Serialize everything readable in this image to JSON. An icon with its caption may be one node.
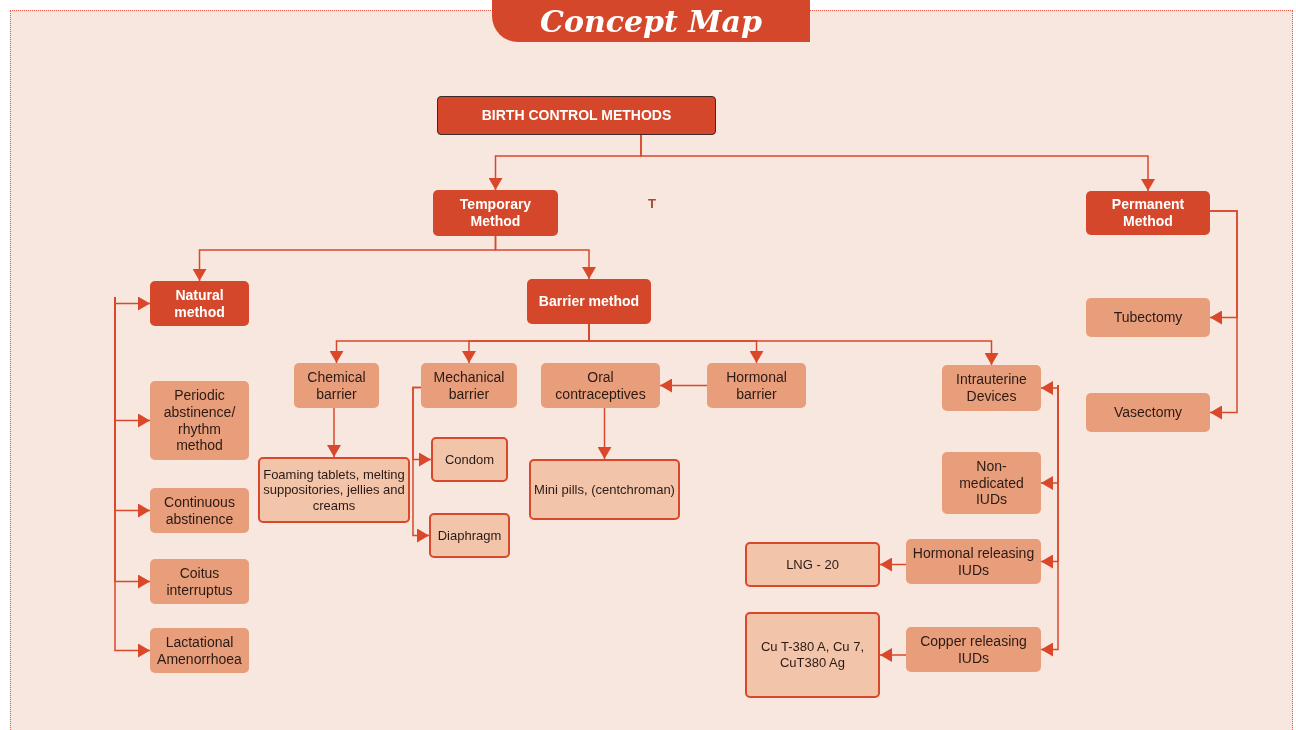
{
  "diagram": {
    "title": "Concept Map",
    "nodes": [
      {
        "text": [
          "BIRTH CONTROL METHODS"
        ]
      },
      {
        "text": [
          "Temporary Method"
        ]
      },
      {
        "text": [
          "Permanent Method"
        ]
      },
      {
        "text": [
          "Natural method"
        ]
      },
      {
        "text": [
          "Barrier method"
        ]
      },
      {
        "text": [
          "Periodic abstinence/ rhythm method"
        ]
      },
      {
        "text": [
          "Continuous abstinence"
        ]
      },
      {
        "text": [
          "Coitus interruptus"
        ]
      },
      {
        "text": [
          "Lactational Amenorrhoea"
        ]
      },
      {
        "text": [
          "Chemical barrier"
        ]
      },
      {
        "text": [
          "Mechanical barrier"
        ]
      },
      {
        "text": [
          "Oral contraceptives"
        ]
      },
      {
        "text": [
          "Hormonal barrier"
        ]
      },
      {
        "text": [
          "Intrauterine Devices"
        ]
      },
      {
        "text": [
          "Foaming tablets, melting suppositories, jellies and creams"
        ]
      },
      {
        "text": [
          "Condom"
        ]
      },
      {
        "text": [
          "Diaphragm"
        ]
      },
      {
        "text": [
          "Mini pills, (centchroman)"
        ]
      },
      {
        "text": [
          "Non- medicated IUDs"
        ]
      },
      {
        "text": [
          "Hormonal releasing IUDs"
        ]
      },
      {
        "text": [
          "Copper releasing IUDs"
        ]
      },
      {
        "text": [
          "LNG - 20"
        ]
      },
      {
        "text": [
          "Cu T-380 A, Cu 7, CuT380 Ag"
        ]
      },
      {
        "text": [
          "Tubectomy"
        ]
      },
      {
        "text": [
          "Vasectomy"
        ]
      }
    ],
    "edges": [
      {
        "from": 0,
        "to": 1,
        "arrow": "to"
      },
      {
        "from": 0,
        "to": 2,
        "arrow": "to"
      },
      {
        "from": 1,
        "to": 3,
        "arrow": "to"
      },
      {
        "from": 1,
        "to": 4,
        "arrow": "to"
      },
      {
        "from": null,
        "to": 3,
        "arrow": "to"
      },
      {
        "from": null,
        "to": 5,
        "arrow": "to"
      },
      {
        "from": null,
        "to": 6,
        "arrow": "to"
      },
      {
        "from": null,
        "to": 7,
        "arrow": "to"
      },
      {
        "from": null,
        "to": 8,
        "arrow": "to"
      },
      {
        "from": 4,
        "to": 9,
        "arrow": "to"
      },
      {
        "from": 4,
        "to": 10,
        "arrow": "to"
      },
      {
        "from": 4,
        "to": 12,
        "arrow": "to"
      },
      {
        "from": 4,
        "to": 13,
        "arrow": "to"
      },
      {
        "from": 12,
        "to": 11,
        "arrow": "to"
      },
      {
        "from": 9,
        "to": 14,
        "arrow": "to"
      },
      {
        "from": 10,
        "to": 15,
        "arrow": "to"
      },
      {
        "from": 10,
        "to": 16,
        "arrow": "to"
      },
      {
        "from": 11,
        "to": 17,
        "arrow": "to"
      },
      {
        "from": null,
        "to": 13,
        "arrow": "to"
      },
      {
        "from": null,
        "to": 18,
        "arrow": "to"
      },
      {
        "from": null,
        "to": 19,
        "arrow": "to"
      },
      {
        "from": null,
        "to": 20,
        "arrow": "to"
      },
      {
        "from": 19,
        "to": 21,
        "arrow": "to"
      },
      {
        "from": 20,
        "to": 22,
        "arrow": "to"
      },
      {
        "from": 2,
        "to": 23,
        "arrow": "to"
      },
      {
        "from": 2,
        "to": 24,
        "arrow": "to"
      }
    ],
    "labels": [
      "T"
    ]
  }
}
